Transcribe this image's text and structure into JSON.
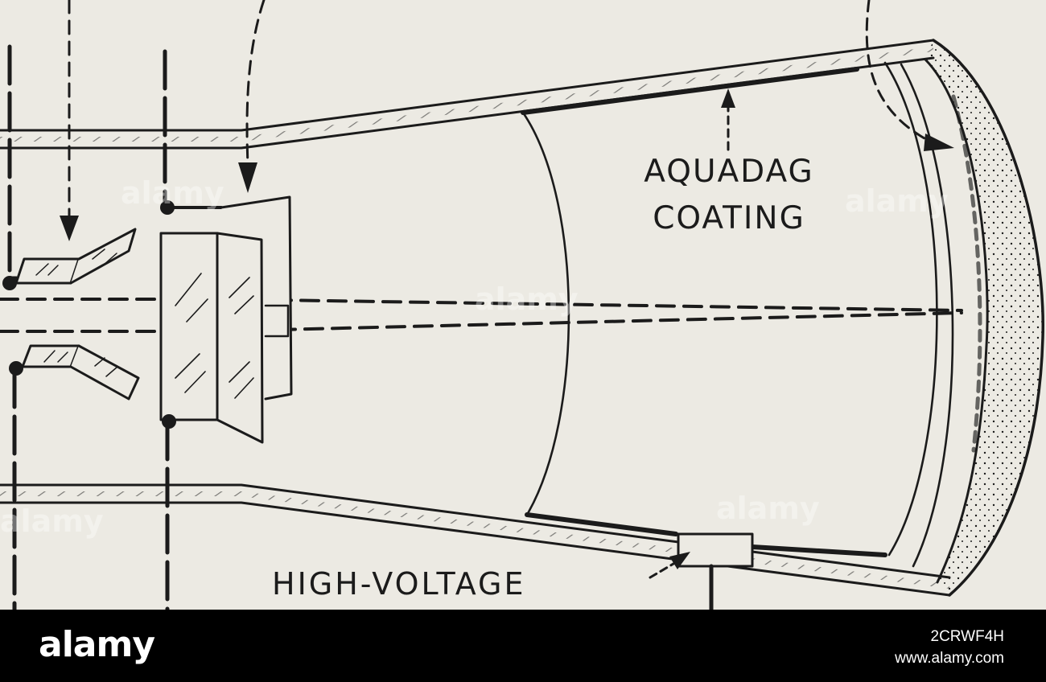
{
  "diagram": {
    "labels": {
      "aquadag_line1": "AQUADAG",
      "aquadag_line2": "COATING",
      "high_voltage": "HIGH-VOLTAGE"
    }
  },
  "watermark": {
    "text": "alamy"
  },
  "footer": {
    "brand": "alamy",
    "image_id": "2CRWF4H",
    "site": "www.alamy.com"
  },
  "colors": {
    "background": "#eceae3",
    "ink": "#1b1b1b",
    "footer_bg": "#000000"
  }
}
